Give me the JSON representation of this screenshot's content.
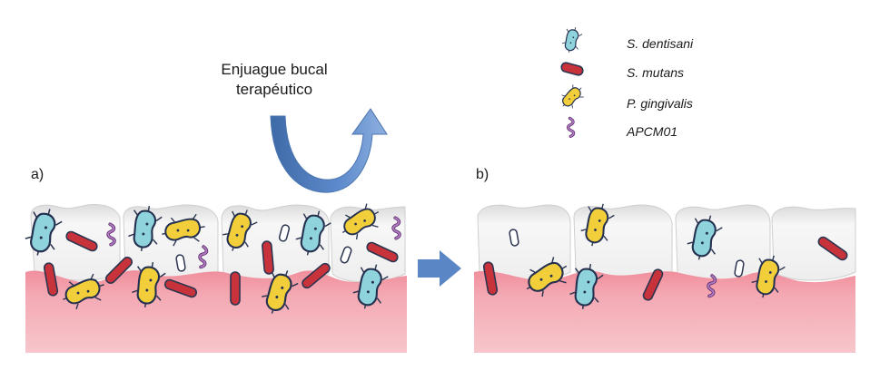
{
  "title_line1": "Enjuague bucal",
  "title_line2": "terapéutico",
  "panel_a_label": "a)",
  "panel_b_label": "b)",
  "legend": [
    {
      "name": "S. dentisani",
      "icon": "blue-bacterium-icon"
    },
    {
      "name": "S. mutans",
      "icon": "red-rod-bacterium-icon"
    },
    {
      "name": "P. gingivalis",
      "icon": "yellow-bacterium-icon"
    },
    {
      "name": "APCM01",
      "icon": "purple-spiral-bacterium-icon"
    }
  ],
  "colors": {
    "s_dentisani": "#8fd3dc",
    "s_mutans": "#c8333b",
    "p_gingivalis": "#f2cf3a",
    "apcm01": "#b07ac0",
    "gum": "#f3aab3",
    "tooth": "#f1f1f1",
    "arrow": "#5b86c5"
  }
}
